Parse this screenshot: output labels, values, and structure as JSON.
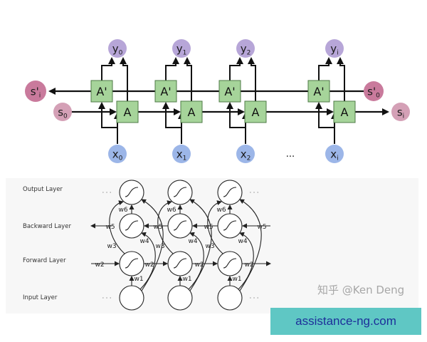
{
  "top": {
    "outputs": [
      {
        "base": "y",
        "sub": "0"
      },
      {
        "base": "y",
        "sub": "1"
      },
      {
        "base": "y",
        "sub": "2"
      },
      {
        "base": "y",
        "sub": "i"
      }
    ],
    "inputs": [
      {
        "base": "x",
        "sub": "0"
      },
      {
        "base": "x",
        "sub": "1"
      },
      {
        "base": "x",
        "sub": "2"
      },
      {
        "base": "x",
        "sub": "i"
      }
    ],
    "forward_cell": "A",
    "backward_cell": "A'",
    "state_left_back": {
      "base": "s'",
      "sub": "i"
    },
    "state_left_fwd": {
      "base": "s",
      "sub": "0"
    },
    "state_right_back": {
      "base": "s'",
      "sub": "0"
    },
    "state_right_fwd": {
      "base": "s",
      "sub": "i"
    },
    "ellipsis": "..."
  },
  "bottom": {
    "layers": [
      "Output Layer",
      "Backward Layer",
      "Forward Layer",
      "Input Layer"
    ],
    "weights": [
      "w1",
      "w2",
      "w3",
      "w4",
      "w5",
      "w6"
    ],
    "dots": "· · ·"
  },
  "watermark": "知乎 @Ken Deng",
  "badge": "assistance-ng.com",
  "colors": {
    "output_node": "#b7a6d8",
    "input_node": "#9cb6e8",
    "state_node": "#c97a9c",
    "state_node_light": "#d4a0b6",
    "cell": "#a6d49a",
    "badge_bg": "#5fc7c4"
  }
}
